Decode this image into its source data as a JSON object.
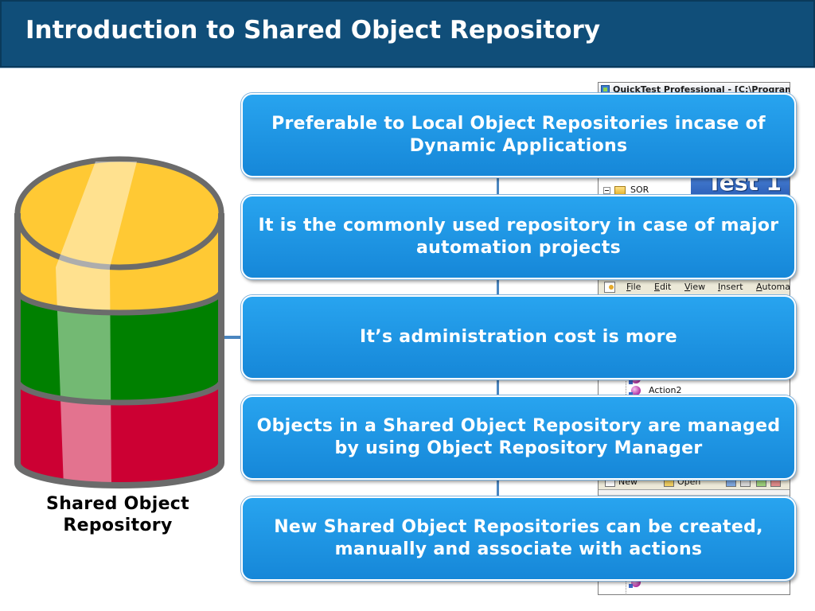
{
  "slide": {
    "title": "Introduction to Shared Object Repository",
    "repository_label": {
      "line1": "Shared Object",
      "line2": "Repository"
    },
    "boxes": [
      {
        "line1": "Preferable to Local Object Repositories incase of",
        "line2": "Dynamic Applications"
      },
      {
        "line1": "It is the commonly used repository in case of major",
        "line2": "automation projects"
      },
      {
        "line1": "It’s administration cost is more"
      },
      {
        "line1": "Objects in a Shared Object Repository are managed",
        "line2": "by using Object Repository Manager"
      },
      {
        "line1": "New Shared Object Repositories can be created,",
        "line2": "manually and associate with actions"
      }
    ]
  },
  "qtp_screenshot": {
    "window_title": "QuickTest Professional - [C:\\Program",
    "banner_text": "Test 1",
    "tree_root": "SOR",
    "menu": [
      "File",
      "Edit",
      "View",
      "Insert",
      "Automa"
    ],
    "tree_item": "Action2",
    "toolbar": {
      "new_label": "New",
      "open_label": "Open"
    }
  },
  "colors": {
    "header_bg": "#104e79",
    "box_top": "#28a4ef",
    "box_bottom": "#1687d8",
    "connector": "#4a86c0",
    "cyl_yellow": "#ffc934",
    "cyl_green": "#008000",
    "cyl_red": "#cc0033",
    "cyl_outline": "#6b6b6b"
  }
}
